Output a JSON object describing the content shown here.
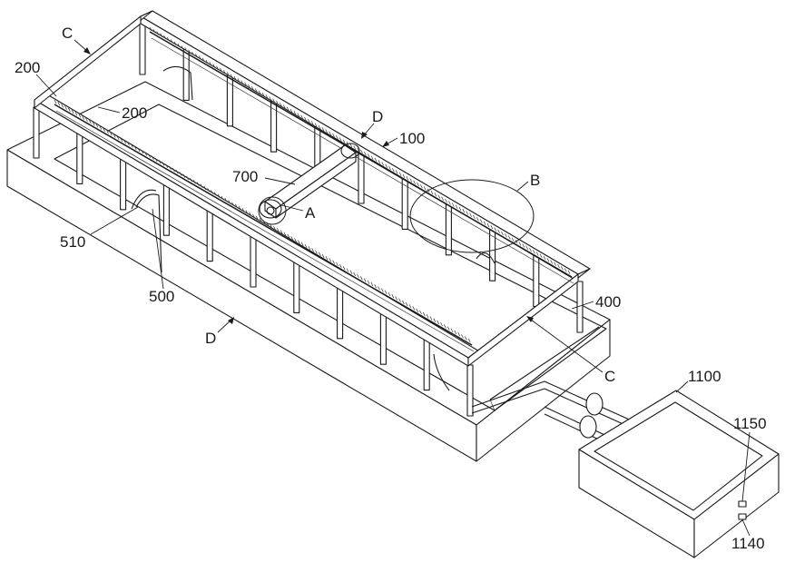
{
  "labels": {
    "frame_top_left": "C",
    "frame_200_a": "200",
    "frame_200_b": "200",
    "frame_d_top": "D",
    "frame_100": "100",
    "frame_700": "700",
    "frame_a": "A",
    "frame_b": "B",
    "frame_510": "510",
    "frame_500": "500",
    "frame_400": "400",
    "frame_d_bottom": "D",
    "frame_c_bottom": "C",
    "tank_1100": "1100",
    "tank_1150": "1150",
    "tank_1140": "1140"
  }
}
